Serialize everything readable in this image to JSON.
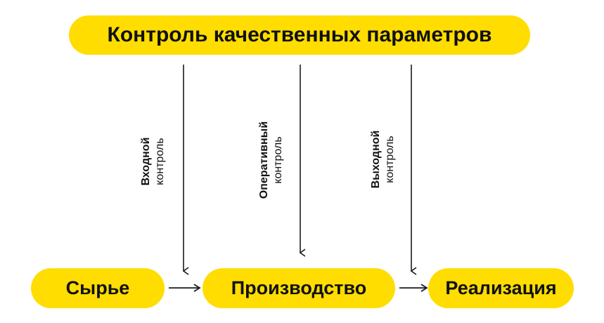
{
  "top_box": {
    "label": "Контроль качественных параметров"
  },
  "stages": [
    {
      "label": "Сырье"
    },
    {
      "label": "Производство"
    },
    {
      "label": "Реализация"
    }
  ],
  "controls": [
    {
      "line1": "Входной",
      "line2": "контроль"
    },
    {
      "line1": "Оперативный",
      "line2": "контроль"
    },
    {
      "line1": "Выходной",
      "line2": "контроль"
    }
  ],
  "colors": {
    "box_fill": "#ffdd00",
    "text": "#111111",
    "arrow": "#1a1a1a"
  }
}
